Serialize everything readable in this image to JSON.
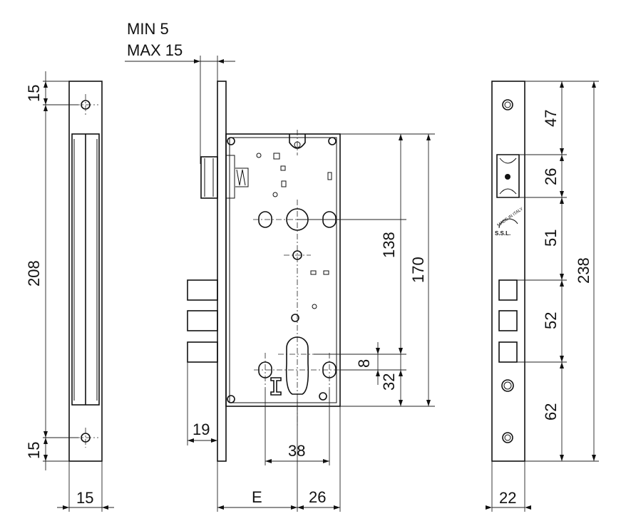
{
  "labels": {
    "min_text": "MIN   5",
    "max_text": "MAX 15",
    "faceplate_height": "208",
    "faceplate_top_hole": "15",
    "faceplate_bottom_hole": "15",
    "faceplate_width": "15",
    "case_height": "170",
    "handle_to_cylinder": "138",
    "cylinder_offset_8": "8",
    "cylinder_offset_32": "32",
    "bolt_projection": "19",
    "screw_spacing": "38",
    "backset": "E",
    "case_width_26": "26",
    "strike_top": "47",
    "strike_latch": "26",
    "strike_mid": "51",
    "strike_bolt": "52",
    "strike_bottom": "62",
    "strike_total": "238",
    "strike_width": "22",
    "logo_top": "MADE IN ITALY",
    "logo_bottom": "S.S.L."
  }
}
